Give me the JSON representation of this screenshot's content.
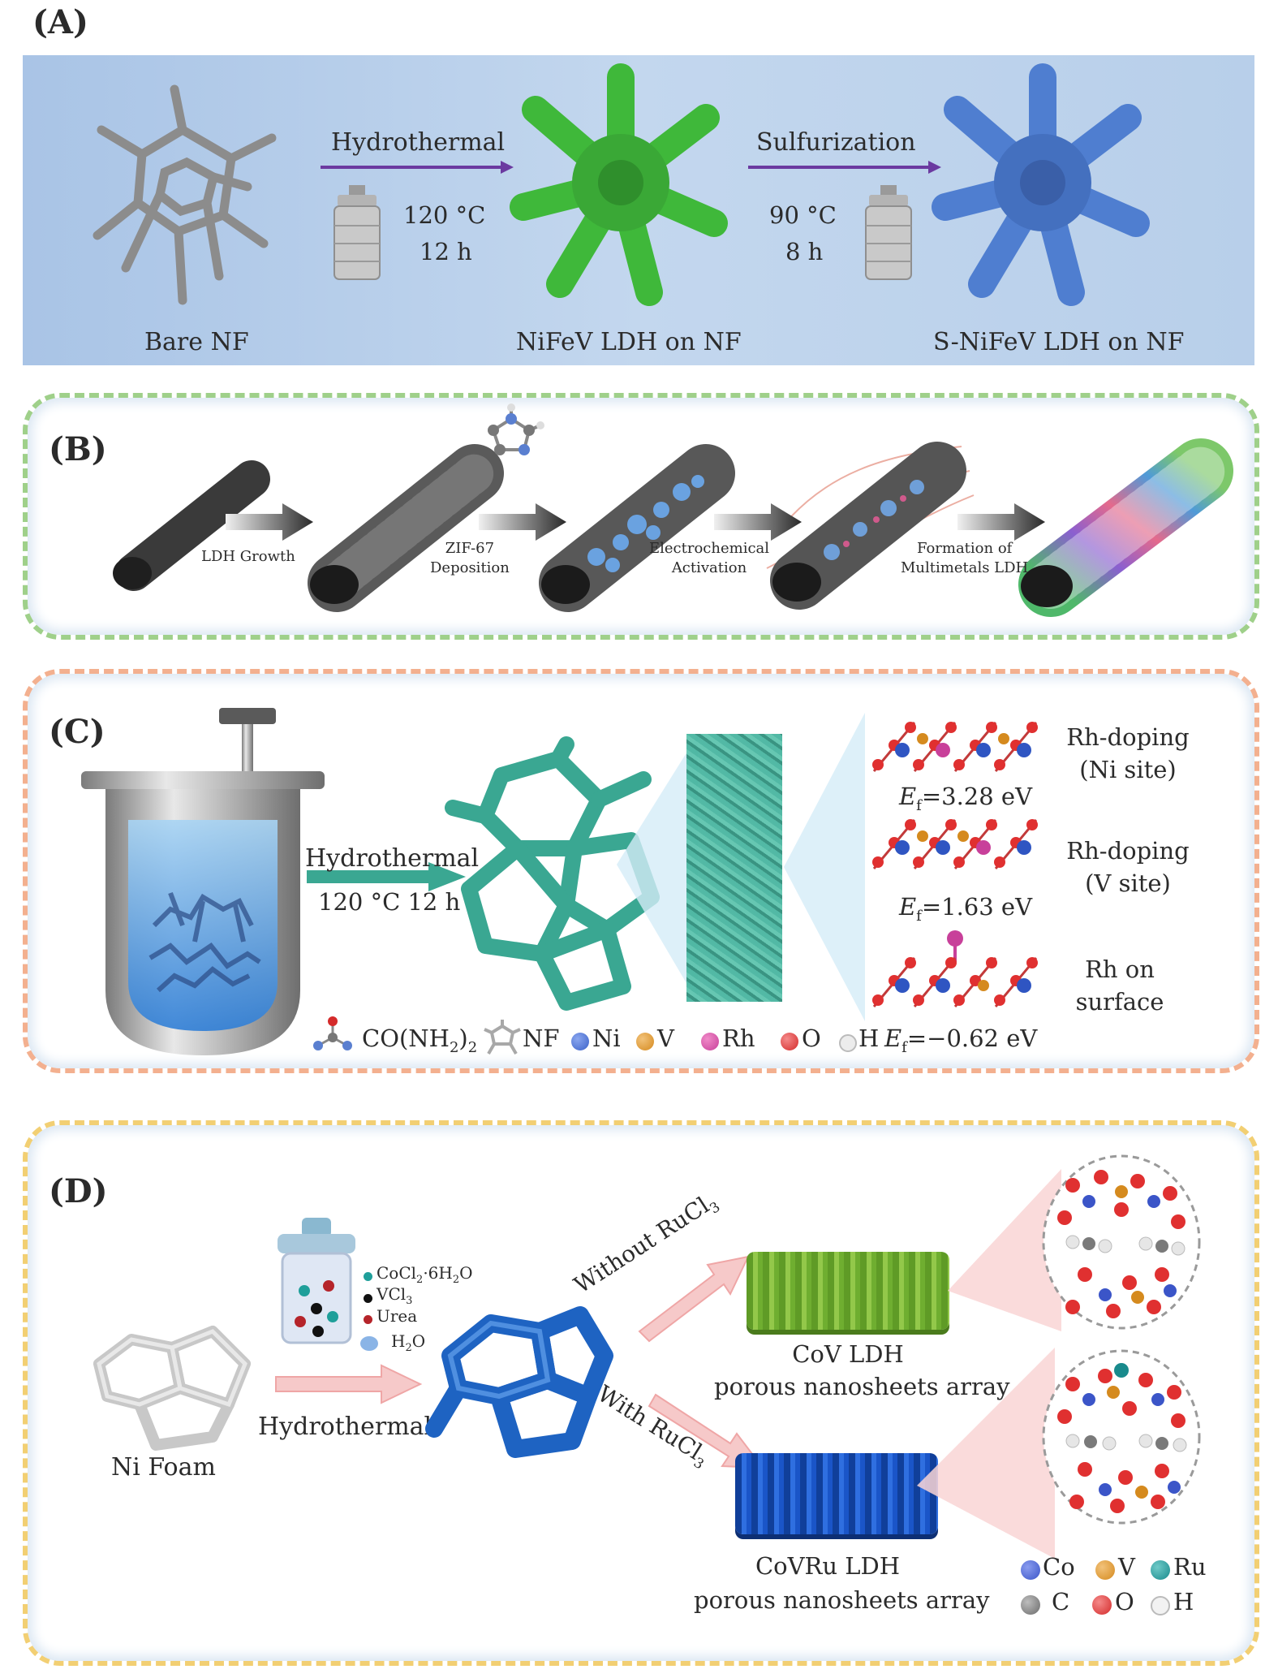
{
  "panel_a": {
    "label": "(A)",
    "step1": {
      "method": "Hydrothermal",
      "temp": "120 °C",
      "time": "12 h"
    },
    "step2": {
      "method": "Sulfurization",
      "temp": "90 °C",
      "time": "8 h"
    },
    "captions": [
      "Bare NF",
      "NiFeV LDH on NF",
      "S-NiFeV LDH on NF"
    ],
    "colors": {
      "background": "#b7cfe9",
      "arrow": "#6b3aa0",
      "nifev": "#3fb83a",
      "snifev": "#4f7ed0"
    }
  },
  "panel_b": {
    "label": "(B)",
    "steps": [
      "LDH Growth",
      "ZIF-67\nDeposition",
      "Electrochemical\nActivation",
      "Formation of\nMultimetals LDH"
    ],
    "colors": {
      "border": "#9fd08a"
    }
  },
  "panel_c": {
    "label": "(C)",
    "method": "Hydrothermal",
    "conditions": "120 °C 12 h",
    "doping": [
      {
        "title": "Rh-doping",
        "site": "(Ni site)",
        "energy": "=3.28 eV"
      },
      {
        "title": "Rh-doping",
        "site": "(V site)",
        "energy": "=1.63 eV"
      },
      {
        "title": "Rh on",
        "site": "surface",
        "energy": "=−0.62 eV"
      }
    ],
    "ef_symbol": "E",
    "ef_sub": "f",
    "legend": [
      {
        "label": "CO(NH",
        "sub": "2",
        "tail": ")",
        "sub2": "2"
      },
      {
        "label": "NF"
      },
      {
        "label": "Ni",
        "color": "#3b62c8"
      },
      {
        "label": "V",
        "color": "#d58a1e"
      },
      {
        "label": "Rh",
        "color": "#c8409a"
      },
      {
        "label": "O",
        "color": "#d42a2a"
      },
      {
        "label": "H",
        "color": "#e6e6e6"
      }
    ],
    "colors": {
      "border": "#f3b08f",
      "structure": "#3aa792"
    }
  },
  "panel_d": {
    "label": "(D)",
    "precursors": [
      {
        "text": "CoCl",
        "sub": "2",
        "tail": "·6H",
        "sub2": "2",
        "tail2": "O",
        "color": "#1f9f9a"
      },
      {
        "text": "VCl",
        "sub": "3",
        "color": "#111111"
      },
      {
        "text": "Urea",
        "color": "#b5242a"
      },
      {
        "text": "H",
        "sub": "2",
        "tail": "O",
        "color": "#8ab4e6"
      }
    ],
    "method": "Hydrothermal",
    "start": "Ni Foam",
    "branch_top": {
      "text": "Without RuCl",
      "sub": "3",
      "product": "CoV LDH",
      "desc": "porous nanosheets array"
    },
    "branch_bottom": {
      "text": "With RuCl",
      "sub": "3",
      "product": "CoVRu LDH",
      "desc": "porous nanosheets array"
    },
    "legend": [
      {
        "label": "Co",
        "color": "#3b55c8"
      },
      {
        "label": "V",
        "color": "#d58a1e"
      },
      {
        "label": "Ru",
        "color": "#198a8c"
      },
      {
        "label": "C",
        "color": "#7a7a7a"
      },
      {
        "label": "O",
        "color": "#d42a2a"
      },
      {
        "label": "H",
        "color": "#eeeeee"
      }
    ],
    "colors": {
      "border": "#f2cf73",
      "cov": "#7cb63a",
      "covru": "#1c55c8",
      "foam": "#1e63c2"
    }
  }
}
